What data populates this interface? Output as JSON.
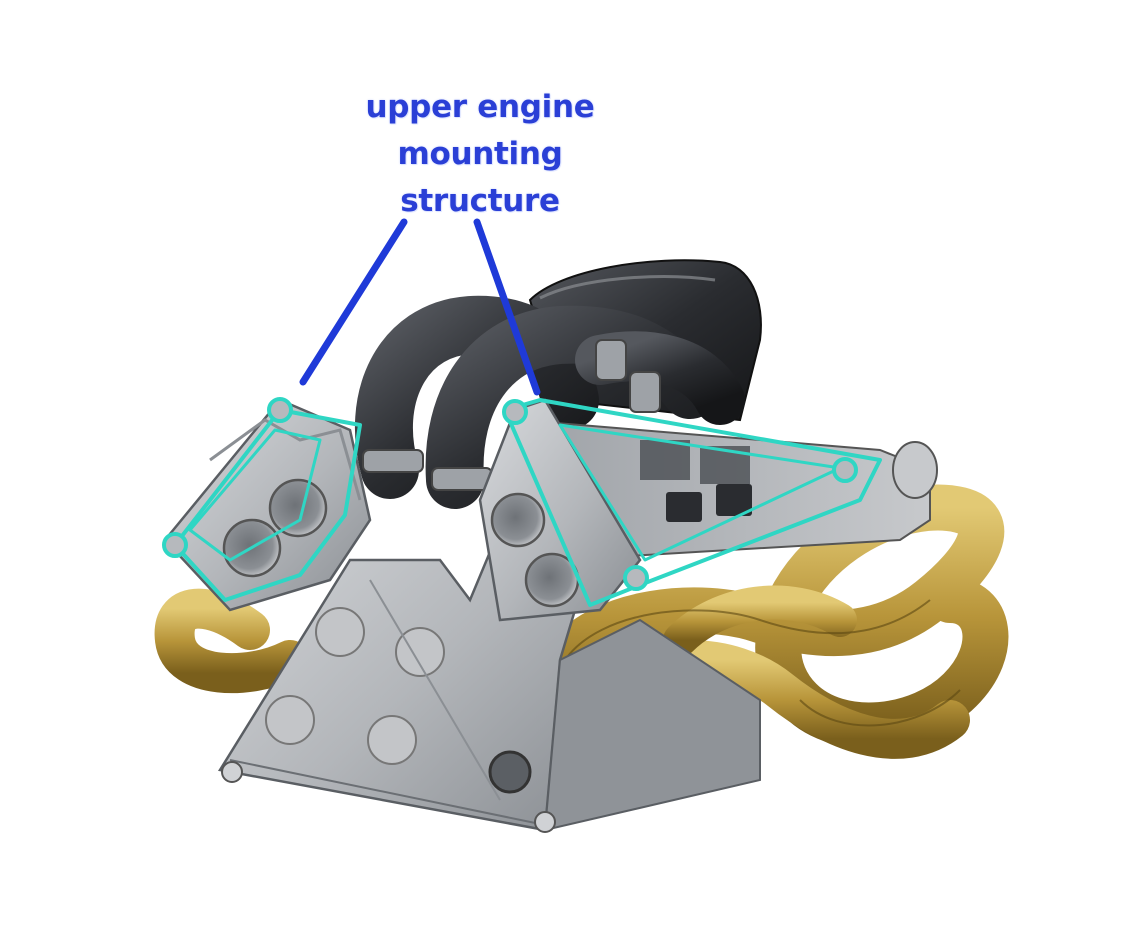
{
  "diagram": {
    "callout": {
      "lines": [
        "upper engine",
        "mounting",
        "structure"
      ]
    },
    "colors": {
      "callout_text": "#2a3fd6",
      "leader_line": "#1f3ad8",
      "highlight_outline": "#2fd6c4",
      "aluminum": "#b9bcc0",
      "aluminum_dark": "#7d8186",
      "intake_black": "#2a2c30",
      "exhaust_brass": "#b8953a",
      "exhaust_dark": "#7a5f1c"
    },
    "icons": {
      "engine": "v-engine-illustration",
      "mount_nodes": "bolt-node-icon"
    }
  }
}
